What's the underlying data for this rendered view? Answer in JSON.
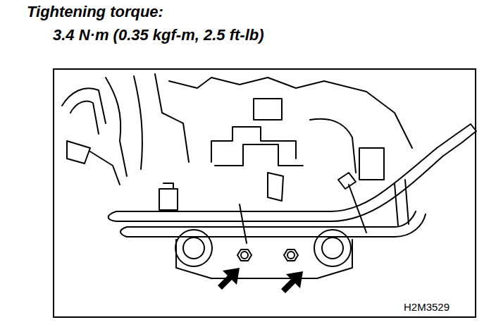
{
  "diagram": {
    "title": "Tightening torque:",
    "labels": [
      "3.4 N·m (0.35 kgf-m, 2.5 ft-lb)",
      "H2M3529"
    ]
  }
}
